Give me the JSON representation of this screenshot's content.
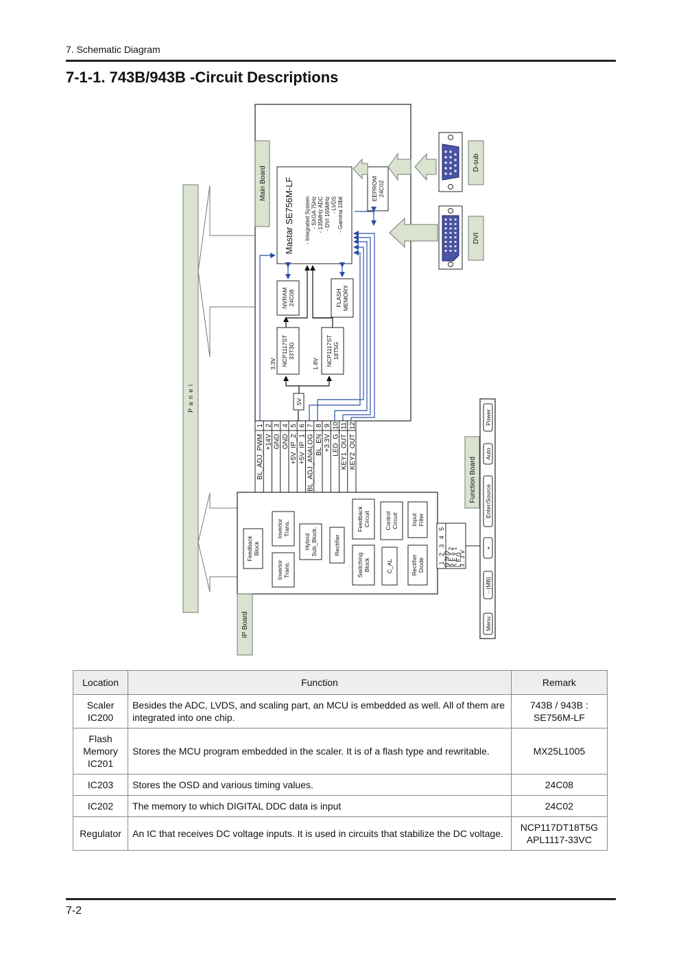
{
  "header": {
    "section": "7. Schematic Diagram",
    "title": "7-1-1. 743B/943B -Circuit Descriptions"
  },
  "footer": {
    "page": "7-2"
  },
  "diagram": {
    "panel": "P a n e l",
    "main_board": "Main Board",
    "ip_board": "IP Board",
    "function_board": "Function Board",
    "dsub": "D-sub",
    "dvi": "DVI",
    "scaler_title": "Mastar SE756M-LF",
    "scaler_features": [
      "- Integrated System",
      "- SXGA 75Hz",
      "- 135MHz ADC",
      "- DVI 165MHz",
      "- LVDS",
      "- Gamma 10bit"
    ],
    "eeprom": [
      "EEPROM",
      "24C02"
    ],
    "nvram": [
      "NVRAM",
      "24C08"
    ],
    "flash": [
      "FLASH",
      "MEMORY"
    ],
    "reg33": [
      "NCP1117ST",
      "33T3G"
    ],
    "reg18": [
      "NCP1117ST",
      "18T5G"
    ],
    "v33": "3.3V",
    "v18": "1.8V",
    "v5": "5V",
    "pins": [
      {
        "n": "1",
        "label": "BL_ADJ_PWM"
      },
      {
        "n": "2",
        "label": "+14V"
      },
      {
        "n": "3",
        "label": "GND"
      },
      {
        "n": "4",
        "label": "GND"
      },
      {
        "n": "5",
        "label": "+5V_IP_2"
      },
      {
        "n": "6",
        "label": "+5V_IP_1"
      },
      {
        "n": "7",
        "label": "BL_ADJ_ANALOG"
      },
      {
        "n": "8",
        "label": "BL_EN"
      },
      {
        "n": "9",
        "label": "+3.3V"
      },
      {
        "n": "10",
        "label": "LED_G"
      },
      {
        "n": "11",
        "label": "KEY1_OUT"
      },
      {
        "n": "12",
        "label": "KEY2_OUT"
      }
    ],
    "ip_blocks": {
      "feedback_block": [
        "Feedback",
        "Block"
      ],
      "invertor1": [
        "Invertor",
        "Trans."
      ],
      "invertor2": [
        "Invertor",
        "Trans."
      ],
      "hybrid": [
        "Hybrid",
        "Sub_Block."
      ],
      "rectifier": [
        "Rectifier"
      ],
      "feedback_circuit": [
        "Feedback",
        "Circuit"
      ],
      "control_circuit": [
        "Control",
        "Circuit"
      ],
      "input_filter": [
        "Input",
        "Filter"
      ],
      "switching_block": [
        "Switching",
        "Block"
      ],
      "c_al": [
        "C_AL"
      ],
      "rectifier_diode": [
        "Rectifier",
        "Diode"
      ]
    },
    "fn_connector": {
      "nums": [
        "1",
        "2",
        "3",
        "4",
        "5"
      ],
      "labels": [
        "GND",
        "KEY2",
        "KEY1",
        "LED",
        "3.3V"
      ]
    },
    "buttons": [
      "Menu",
      "- (MB)",
      "+",
      "Enter/Source",
      "Auto",
      "Power"
    ]
  },
  "table": {
    "headers": [
      "Location",
      "Function",
      "Remark"
    ],
    "rows": [
      {
        "location": [
          "Scaler",
          "IC200"
        ],
        "function": "Besides the ADC, LVDS, and scaling part, an MCU is embedded as well. All of them are integrated into one chip.",
        "remark": [
          "743B / 943B :",
          "SE756M-LF"
        ]
      },
      {
        "location": [
          "Flash",
          "Memory",
          "IC201"
        ],
        "function": "Stores the MCU program embedded in the scaler. It is of a flash type and rewritable.",
        "remark": [
          "MX25L1005"
        ]
      },
      {
        "location": [
          "IC203"
        ],
        "function": "Stores the OSD and various timing values.",
        "remark": [
          "24C08"
        ]
      },
      {
        "location": [
          "IC202"
        ],
        "function": "The memory to which DIGITAL DDC data is input",
        "remark": [
          "24C02"
        ]
      },
      {
        "location": [
          "Regulator"
        ],
        "function": "An IC that receives DC voltage inputs. It is used in circuits that stabilize the DC voltage.",
        "remark": [
          "NCP117DT18T5G",
          "APL1117-33VC"
        ]
      }
    ]
  }
}
